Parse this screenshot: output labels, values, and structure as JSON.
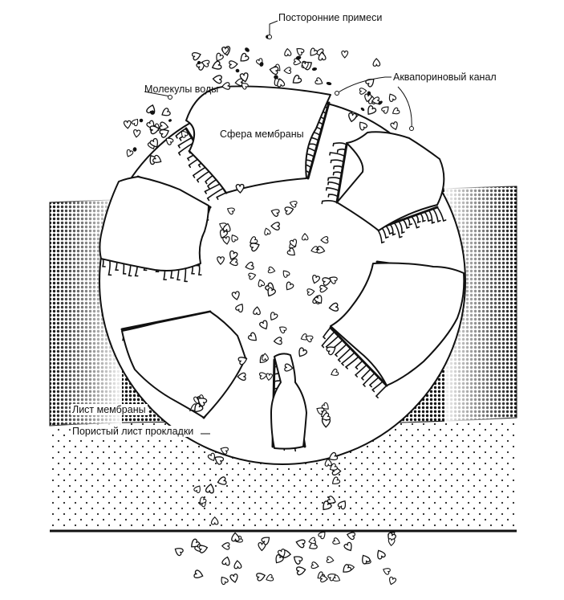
{
  "labels": {
    "impurities": "Посторонние примеси",
    "water_molecules": "Молекулы воды",
    "aquaporin_channel": "Аквапориновый канал",
    "membrane_sphere": "Сфера мембраны",
    "membrane_sheet": "Лист мембраны",
    "porous_layer": "Пористый лист прокладки"
  },
  "colors": {
    "ink": "#111111",
    "background": "#ffffff",
    "sheet_dark": "#1a1a1a"
  }
}
